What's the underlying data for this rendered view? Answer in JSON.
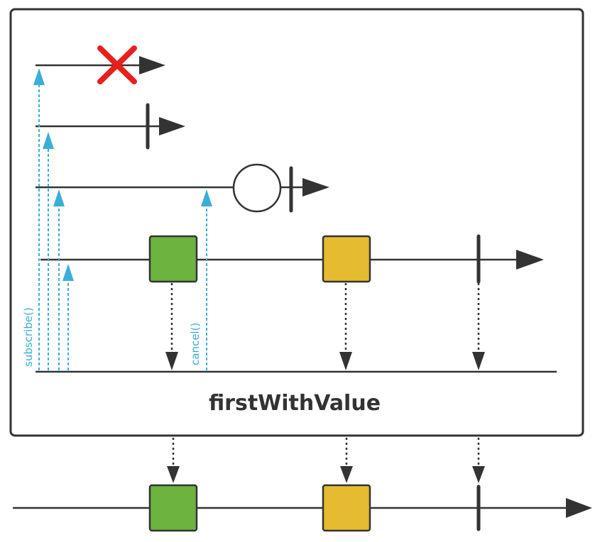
{
  "operator": {
    "name": "firstWithValue"
  },
  "signals": {
    "subscribe_label": "subscribe()",
    "cancel_label": "cancel()"
  },
  "colors": {
    "green_item": "#6db33f",
    "yellow_item": "#e5bb30",
    "error_mark": "#e8201b",
    "signal_line": "#3aaed8",
    "timeline": "#333333"
  },
  "sources": [
    {
      "id": "source-1",
      "terminal": "error"
    },
    {
      "id": "source-2",
      "terminal": "empty-complete"
    },
    {
      "id": "source-3",
      "terminal": "emit-then-complete"
    },
    {
      "id": "source-4",
      "terminal": "emit-items-then-complete"
    }
  ],
  "output_items": [
    "green",
    "yellow",
    "complete"
  ]
}
